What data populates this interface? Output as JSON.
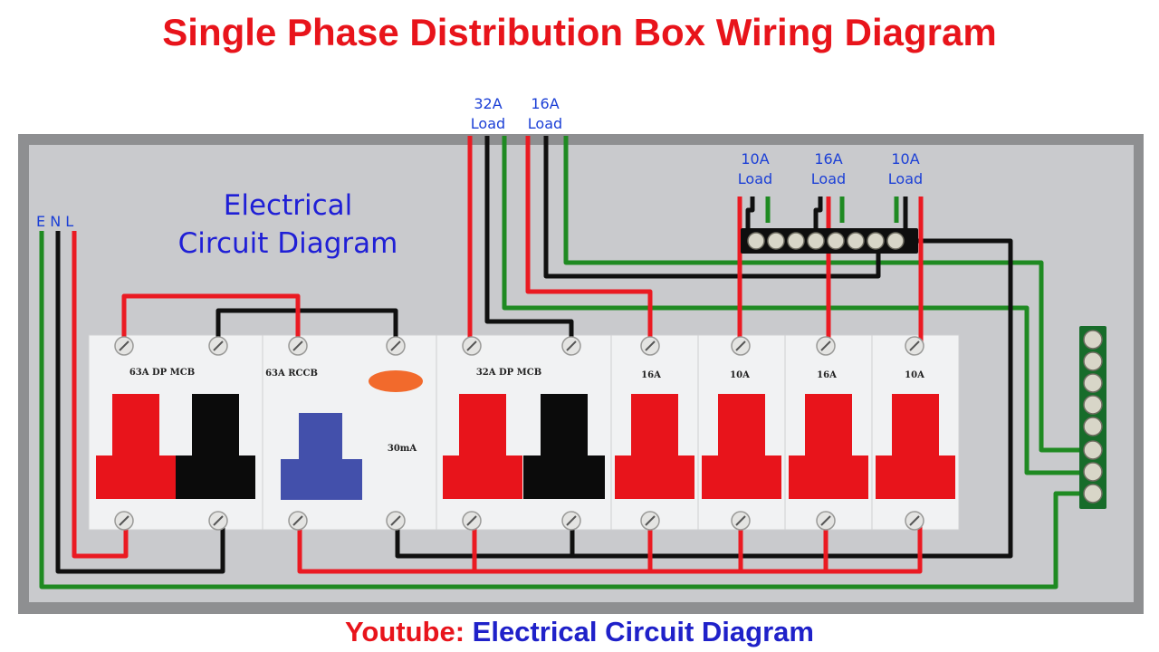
{
  "title": "Single Phase Distribution Box Wiring Diagram",
  "brand": {
    "line1": "Electrical",
    "line2": "Circuit Diagram"
  },
  "supply_label": "E N L",
  "loads": {
    "top_left": {
      "rating": "32A",
      "text": "Load"
    },
    "top_right": {
      "rating": "16A",
      "text": "Load"
    },
    "mid1": {
      "rating": "10A",
      "text": "Load"
    },
    "mid2": {
      "rating": "16A",
      "text": "Load"
    },
    "mid3": {
      "rating": "10A",
      "text": "Load"
    }
  },
  "devices": {
    "main_mcb": "63A DP MCB",
    "rccb": "63A RCCB",
    "rccb_sensitivity": "30mA",
    "mcb32": "32A DP MCB",
    "sp1": "16A",
    "sp2": "10A",
    "sp3": "16A",
    "sp4": "10A"
  },
  "footer": {
    "prefix": "Youtube:",
    "channel": "Electrical Circuit Diagram"
  },
  "colors": {
    "live": "#ea1a22",
    "neutral": "#101010",
    "earth": "#1f8a22",
    "panel": "#c9cacd",
    "frame": "#8e8f91",
    "test_button": "#f26a2c",
    "rccb_toggle": "#4350ab"
  }
}
